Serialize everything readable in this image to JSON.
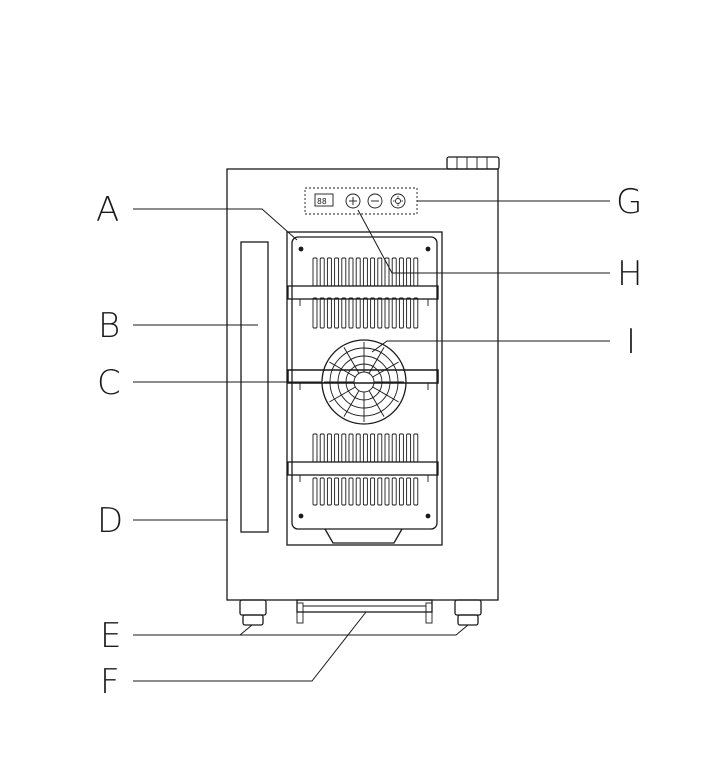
{
  "diagram": {
    "labels": [
      "A",
      "B",
      "C",
      "D",
      "E",
      "F",
      "G",
      "H",
      "I"
    ],
    "control_panel": {
      "display": "88",
      "plus_icon": "plus-icon",
      "minus_icon": "minus-icon",
      "light_icon": "light-icon"
    }
  }
}
